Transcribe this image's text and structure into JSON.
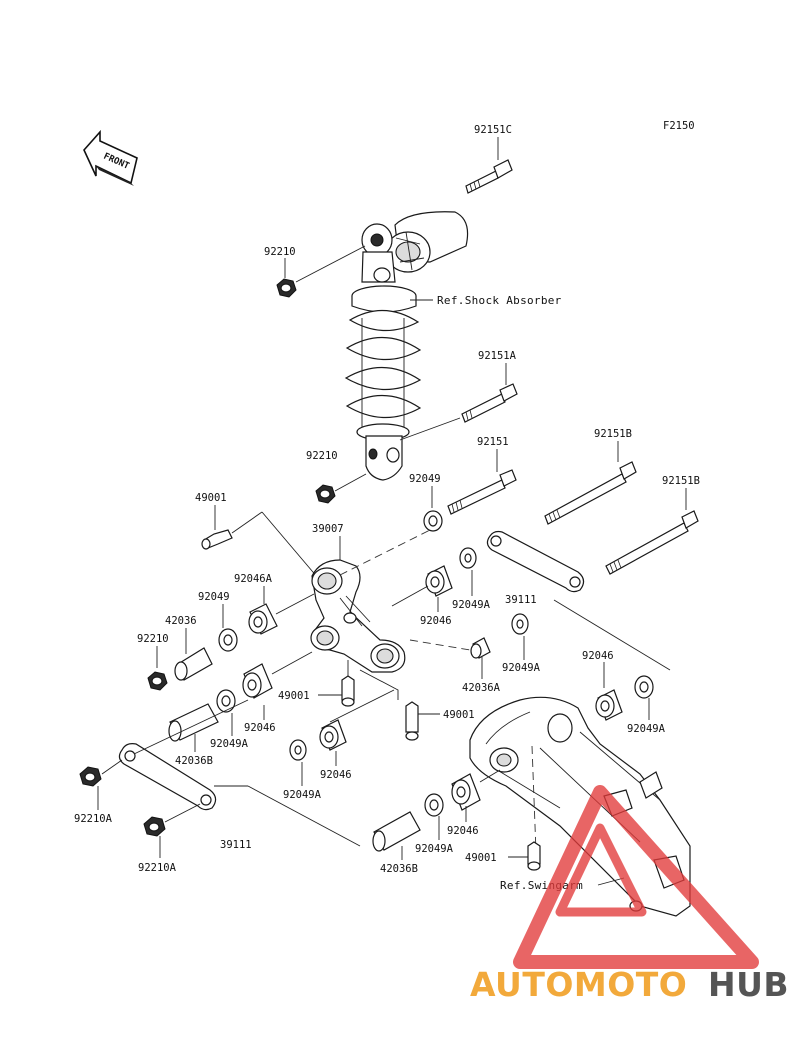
{
  "figure_code": "F2150",
  "front_arrow_text": "FRONT",
  "references": {
    "shock_absorber": "Ref.Shock Absorber",
    "swingarm": "Ref.Swingarm"
  },
  "watermark": {
    "text_left": "AUTOMOTO",
    "text_right": "HUB",
    "colors": {
      "triangle": "#e23b3b",
      "left": "#f2a93b",
      "right": "#555555"
    }
  },
  "labels": {
    "l1": "92151C",
    "l2": "92210",
    "l3": "92151A",
    "l4": "92210",
    "l5": "92151",
    "l6": "92151B",
    "l7": "92151B",
    "l8": "49001",
    "l9": "92049",
    "l10": "39007",
    "l11": "92046A",
    "l12": "92049",
    "l13": "42036",
    "l14": "92210",
    "l15": "92049A",
    "l16": "39111",
    "l17": "92046",
    "l18": "92049A",
    "l19": "42036A",
    "l20": "92046",
    "l21": "49001",
    "l22": "49001",
    "l23": "92049A",
    "l24": "92046",
    "l25": "92049A",
    "l26": "42036B",
    "l27": "92046",
    "l28": "92049A",
    "l29": "92210A",
    "l30": "39111",
    "l31": "92210A",
    "l32": "92049A",
    "l33": "92046",
    "l34": "42036B",
    "l35": "49001"
  }
}
